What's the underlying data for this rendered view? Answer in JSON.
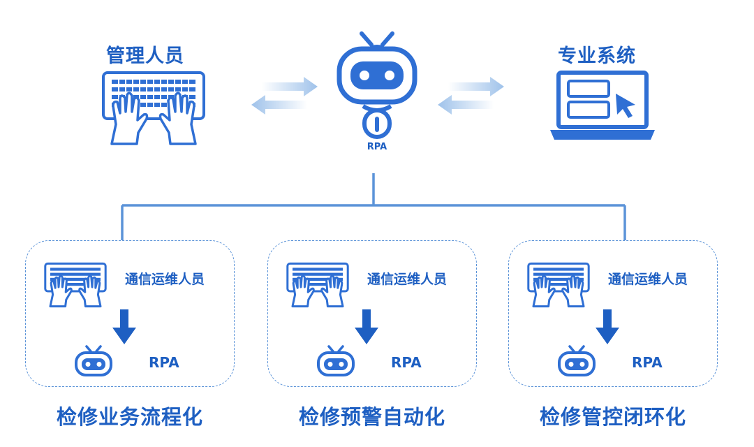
{
  "top": {
    "left_label": "管理人员",
    "right_label": "专业系统",
    "center_label": "RPA"
  },
  "boxes": [
    {
      "role": "通信运维人员",
      "rpa": "RPA",
      "caption": "检修业务流程化"
    },
    {
      "role": "通信运维人员",
      "rpa": "RPA",
      "caption": "检修预警自动化"
    },
    {
      "role": "通信运维人员",
      "rpa": "RPA",
      "caption": "检修管控闭环化"
    }
  ],
  "colors": {
    "primary": "#1e5fc2",
    "icon_blue": "#2f6fd4",
    "arrow_light": "#b9d3ef",
    "box_border": "#5b93d8"
  },
  "icons": [
    "keyboard-hands-icon",
    "robot-icon",
    "laptop-screen-icon",
    "down-arrow-icon",
    "small-robot-icon"
  ]
}
